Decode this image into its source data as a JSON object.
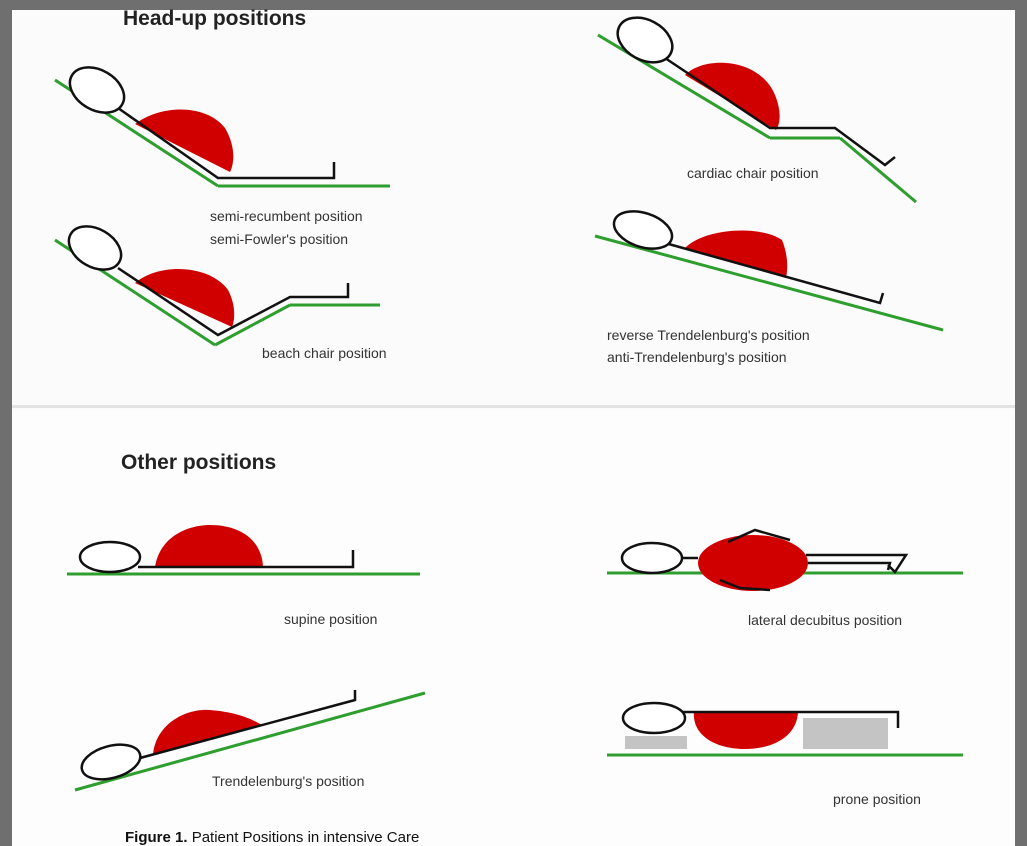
{
  "sections": {
    "head_up": "Head-up positions",
    "other": "Other positions"
  },
  "labels": {
    "semi_recumbent": "semi-recumbent position",
    "semi_fowler": "semi-Fowler's position",
    "beach_chair": "beach chair position",
    "cardiac_chair": "cardiac chair position",
    "reverse_trendelenburg": "reverse Trendelenburg's position",
    "anti_trendelenburg": "anti-Trendelenburg's position",
    "supine": "supine position",
    "lateral_decubitus": "lateral decubitus position",
    "trendelenburg": "Trendelenburg's position",
    "prone": "prone position"
  },
  "caption": {
    "prefix": "Figure 1.",
    "text": "Patient Positions in intensive Care"
  },
  "colors": {
    "body": "#d10000",
    "bed": "#2e9e2e",
    "outline": "#111111",
    "support": "#c4c4c4"
  }
}
